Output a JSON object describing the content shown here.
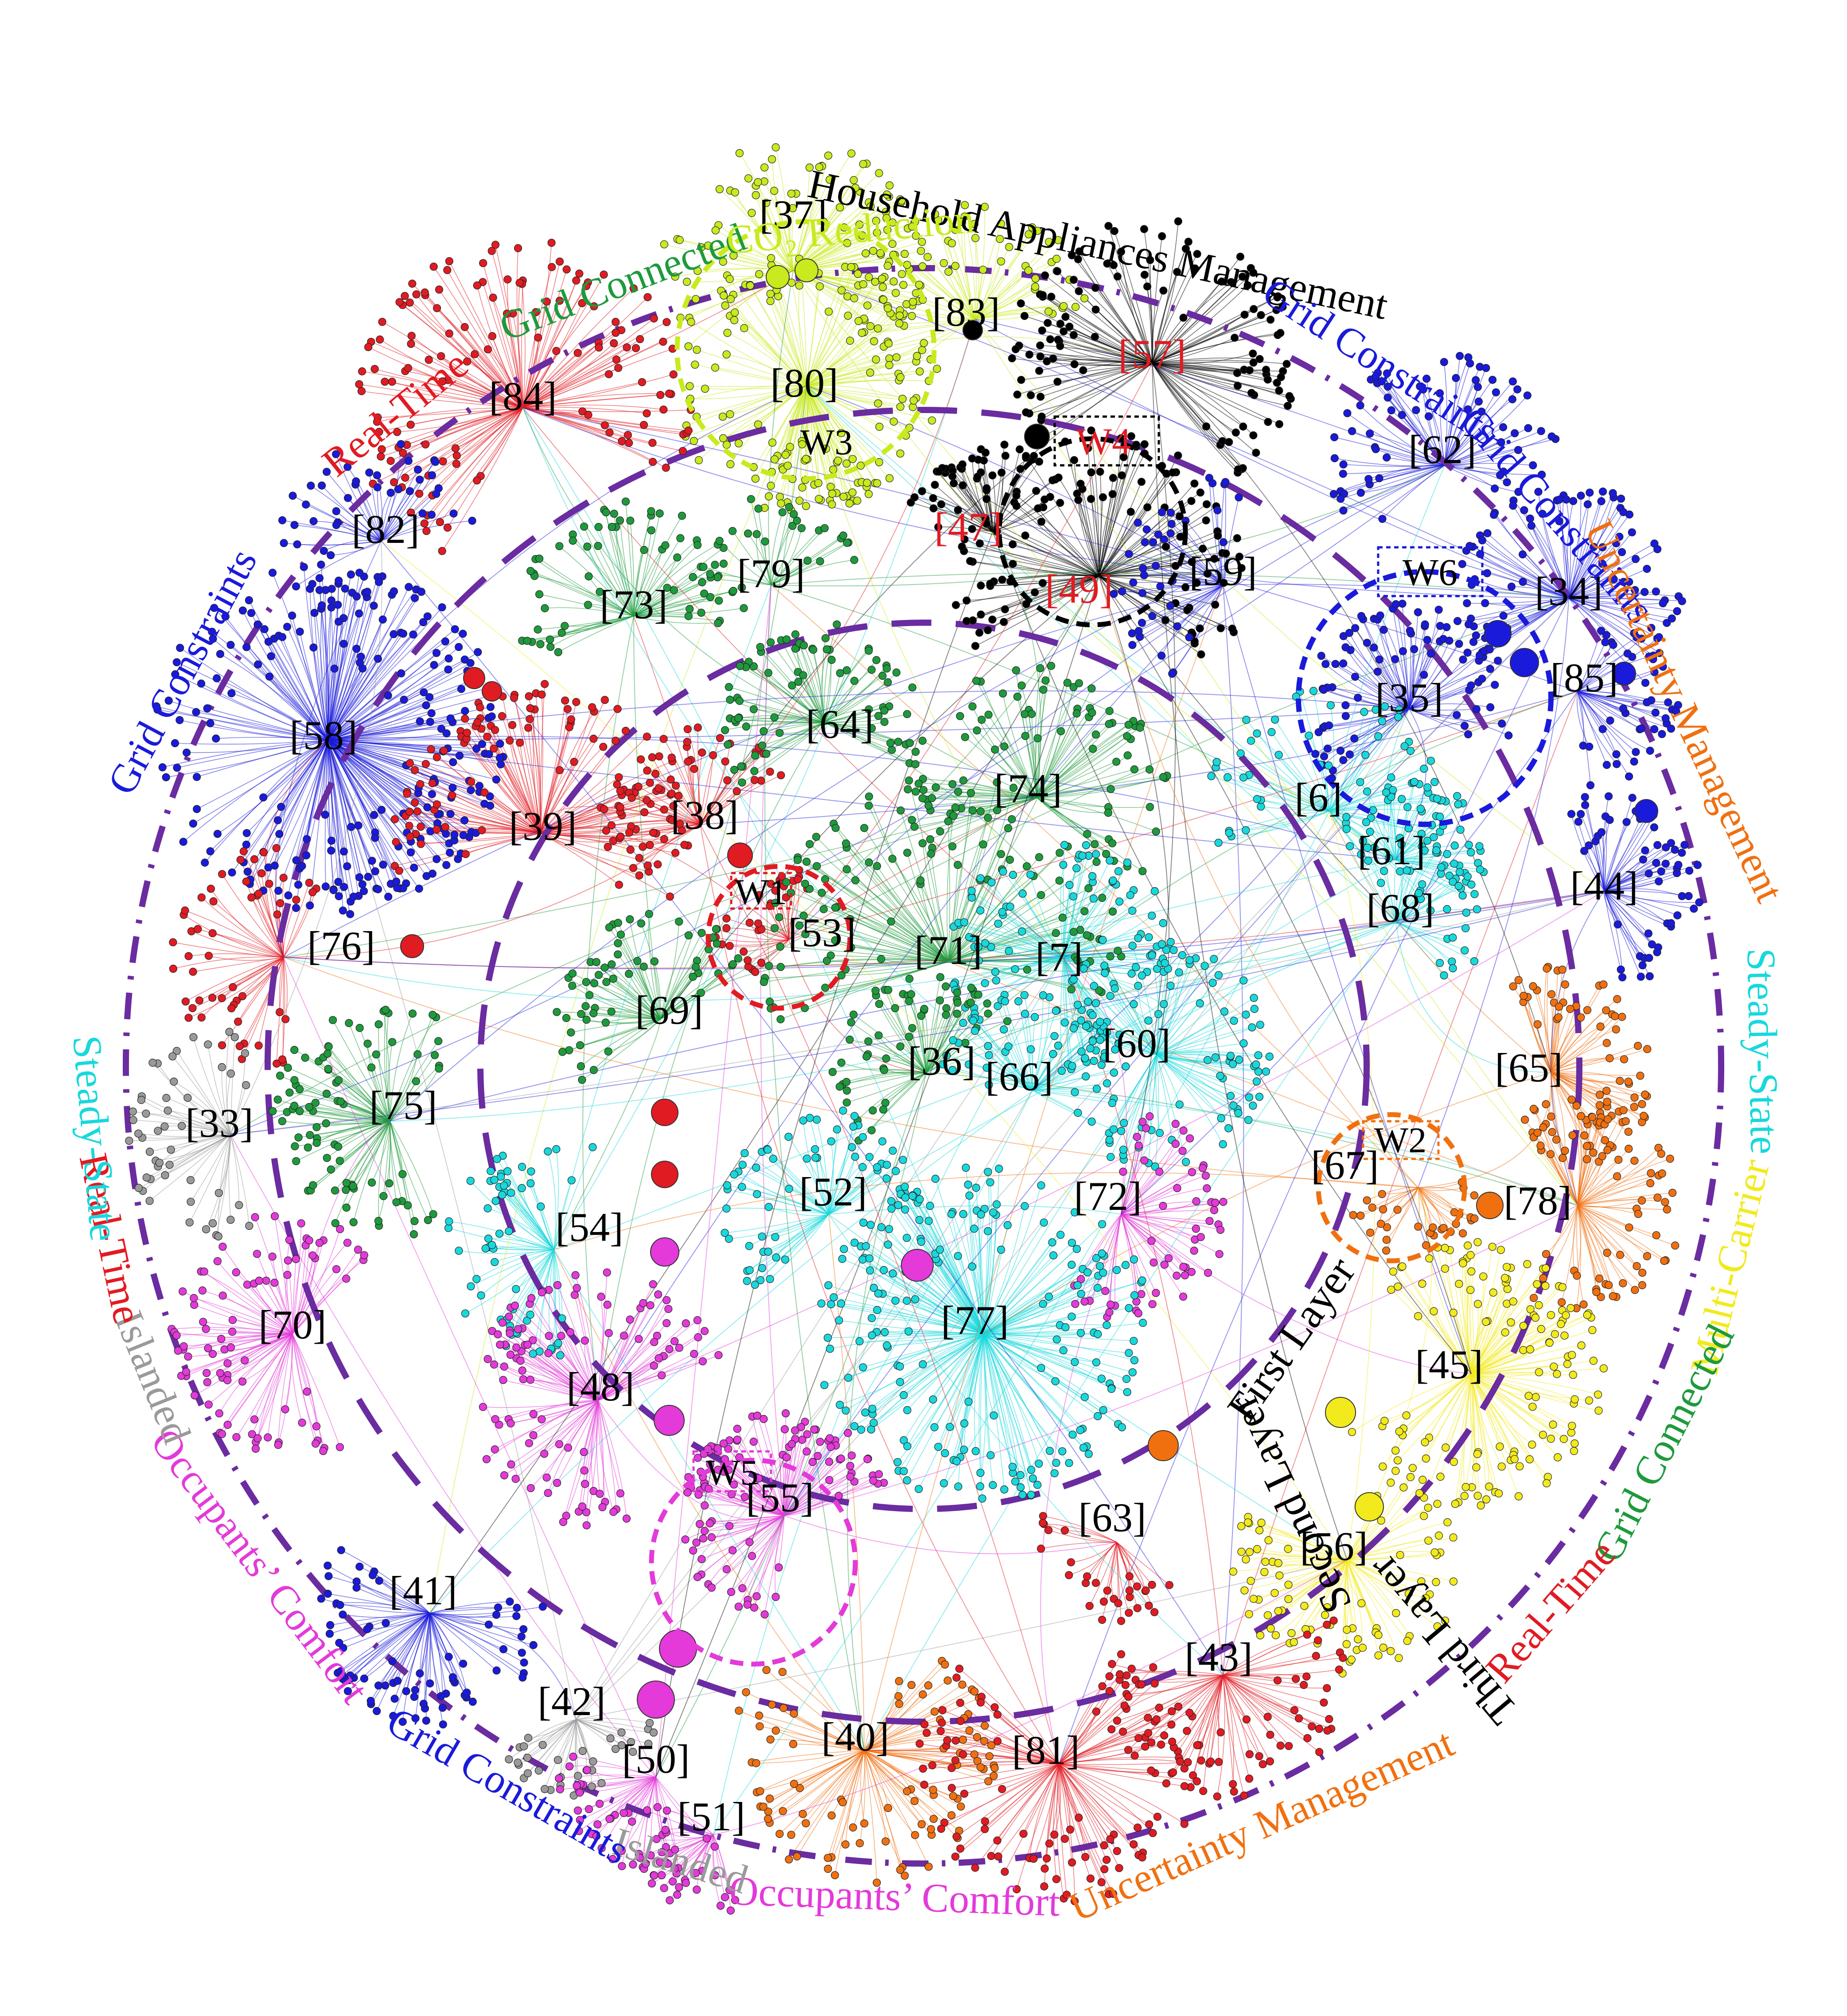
{
  "colors": {
    "ring": "#6a2ca0",
    "red": "#e11b22",
    "blue": "#1a1adb",
    "green": "#1e9a3c",
    "lime": "#c8ea1e",
    "black": "#000000",
    "cyan": "#18d8dc",
    "orange": "#f07010",
    "magenta": "#e33ad9",
    "gray": "#9a9a9a",
    "yellow": "#f2ea1c"
  },
  "layers": [
    "First Layer",
    "Second Layer",
    "Third Layer"
  ],
  "windows": [
    "W1",
    "W2",
    "W3",
    "W4",
    "W5",
    "W6"
  ],
  "outer_labels": [
    {
      "text": "Household Appliances Management",
      "color": "black"
    },
    {
      "text": "Grid Constraints",
      "color": "blue"
    },
    {
      "text": "Grid Constraints",
      "color": "blue"
    },
    {
      "text": "Uncertainty Management",
      "color": "orange"
    },
    {
      "text": "Steady-State",
      "color": "cyan"
    },
    {
      "text": "Multi-Carrier",
      "color": "yellow"
    },
    {
      "text": "Grid Connected",
      "color": "green"
    },
    {
      "text": "Real-Time",
      "color": "red"
    },
    {
      "text": "Uncertainty Management",
      "color": "orange"
    },
    {
      "text": "Occupants’ Comfort",
      "color": "magenta"
    },
    {
      "text": "Islanded",
      "color": "gray"
    },
    {
      "text": "Grid Constraints",
      "color": "blue"
    },
    {
      "text": "Occupants’ Comfort",
      "color": "magenta"
    },
    {
      "text": "Islanded",
      "color": "gray"
    },
    {
      "text": "Real-Time",
      "color": "red"
    },
    {
      "text": "Steady-State",
      "color": "cyan"
    },
    {
      "text": "Grid Constraints",
      "color": "blue"
    },
    {
      "text": "Real-Time",
      "color": "red"
    },
    {
      "text": "Grid Connected",
      "color": "green"
    },
    {
      "text": "CO₂ Reduction",
      "color": "lime"
    }
  ],
  "clusters": [
    {
      "id": "[37]",
      "color": "lime"
    },
    {
      "id": "[80]",
      "color": "lime"
    },
    {
      "id": "[83]",
      "color": "lime"
    },
    {
      "id": "[57]",
      "color": "black"
    },
    {
      "id": "[47]",
      "color": "black"
    },
    {
      "id": "[49]",
      "color": "black"
    },
    {
      "id": "[84]",
      "color": "red"
    },
    {
      "id": "[82]",
      "color": "blue"
    },
    {
      "id": "[73]",
      "color": "green"
    },
    {
      "id": "[79]",
      "color": "green"
    },
    {
      "id": "[62]",
      "color": "blue"
    },
    {
      "id": "[59]",
      "color": "blue"
    },
    {
      "id": "[34]",
      "color": "blue"
    },
    {
      "id": "[35]",
      "color": "blue"
    },
    {
      "id": "[85]",
      "color": "blue"
    },
    {
      "id": "[44]",
      "color": "blue"
    },
    {
      "id": "[58]",
      "color": "blue"
    },
    {
      "id": "[39]",
      "color": "red"
    },
    {
      "id": "[38]",
      "color": "red"
    },
    {
      "id": "[64]",
      "color": "green"
    },
    {
      "id": "[74]",
      "color": "green"
    },
    {
      "id": "[6]",
      "color": "cyan"
    },
    {
      "id": "[61]",
      "color": "cyan"
    },
    {
      "id": "[68]",
      "color": "cyan"
    },
    {
      "id": "[76]",
      "color": "red"
    },
    {
      "id": "[53]",
      "color": "red"
    },
    {
      "id": "[71]",
      "color": "green"
    },
    {
      "id": "[7]",
      "color": "cyan"
    },
    {
      "id": "[69]",
      "color": "green"
    },
    {
      "id": "[60]",
      "color": "cyan"
    },
    {
      "id": "[36]",
      "color": "green"
    },
    {
      "id": "[66]",
      "color": "cyan"
    },
    {
      "id": "[65]",
      "color": "orange"
    },
    {
      "id": "[33]",
      "color": "gray"
    },
    {
      "id": "[75]",
      "color": "green"
    },
    {
      "id": "[67]",
      "color": "orange"
    },
    {
      "id": "[78]",
      "color": "orange"
    },
    {
      "id": "[52]",
      "color": "cyan"
    },
    {
      "id": "[72]",
      "color": "magenta"
    },
    {
      "id": "[54]",
      "color": "cyan"
    },
    {
      "id": "[70]",
      "color": "magenta"
    },
    {
      "id": "[77]",
      "color": "cyan"
    },
    {
      "id": "[45]",
      "color": "yellow"
    },
    {
      "id": "[48]",
      "color": "magenta"
    },
    {
      "id": "[55]",
      "color": "magenta"
    },
    {
      "id": "[63]",
      "color": "red"
    },
    {
      "id": "[56]",
      "color": "yellow"
    },
    {
      "id": "[41]",
      "color": "blue"
    },
    {
      "id": "[43]",
      "color": "red"
    },
    {
      "id": "[42]",
      "color": "gray"
    },
    {
      "id": "[40]",
      "color": "orange"
    },
    {
      "id": "[81]",
      "color": "red"
    },
    {
      "id": "[50]",
      "color": "magenta"
    },
    {
      "id": "[51]",
      "color": "magenta"
    }
  ]
}
